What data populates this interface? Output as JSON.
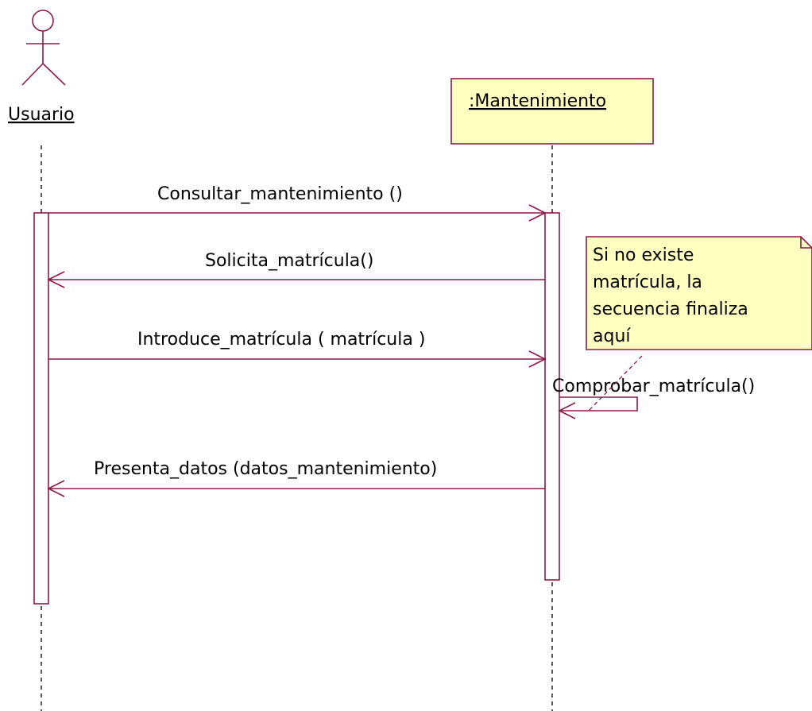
{
  "diagram": {
    "type": "uml-sequence-diagram",
    "colors": {
      "line": "#8b1a4b",
      "object_fill": "#ffffc0",
      "note_fill": "#ffffc0",
      "lifeline": "#000000"
    },
    "actor": {
      "name": "Usuario"
    },
    "object": {
      "name": ":Mantenimiento"
    },
    "messages": [
      {
        "label": "Consultar_mantenimiento ()",
        "from": "Usuario",
        "to": ":Mantenimiento"
      },
      {
        "label": "Solicita_matrícula()",
        "from": ":Mantenimiento",
        "to": "Usuario"
      },
      {
        "label": "Introduce_matrícula ( matrícula )",
        "from": "Usuario",
        "to": ":Mantenimiento"
      },
      {
        "label": "Comprobar_matrícula()",
        "from": ":Mantenimiento",
        "to": ":Mantenimiento"
      },
      {
        "label": "Presenta_datos (datos_mantenimiento)",
        "from": ":Mantenimiento",
        "to": "Usuario"
      }
    ],
    "note": {
      "lines": [
        "Si no existe",
        "matrícula, la",
        "secuencia finaliza",
        "aquí"
      ]
    }
  }
}
